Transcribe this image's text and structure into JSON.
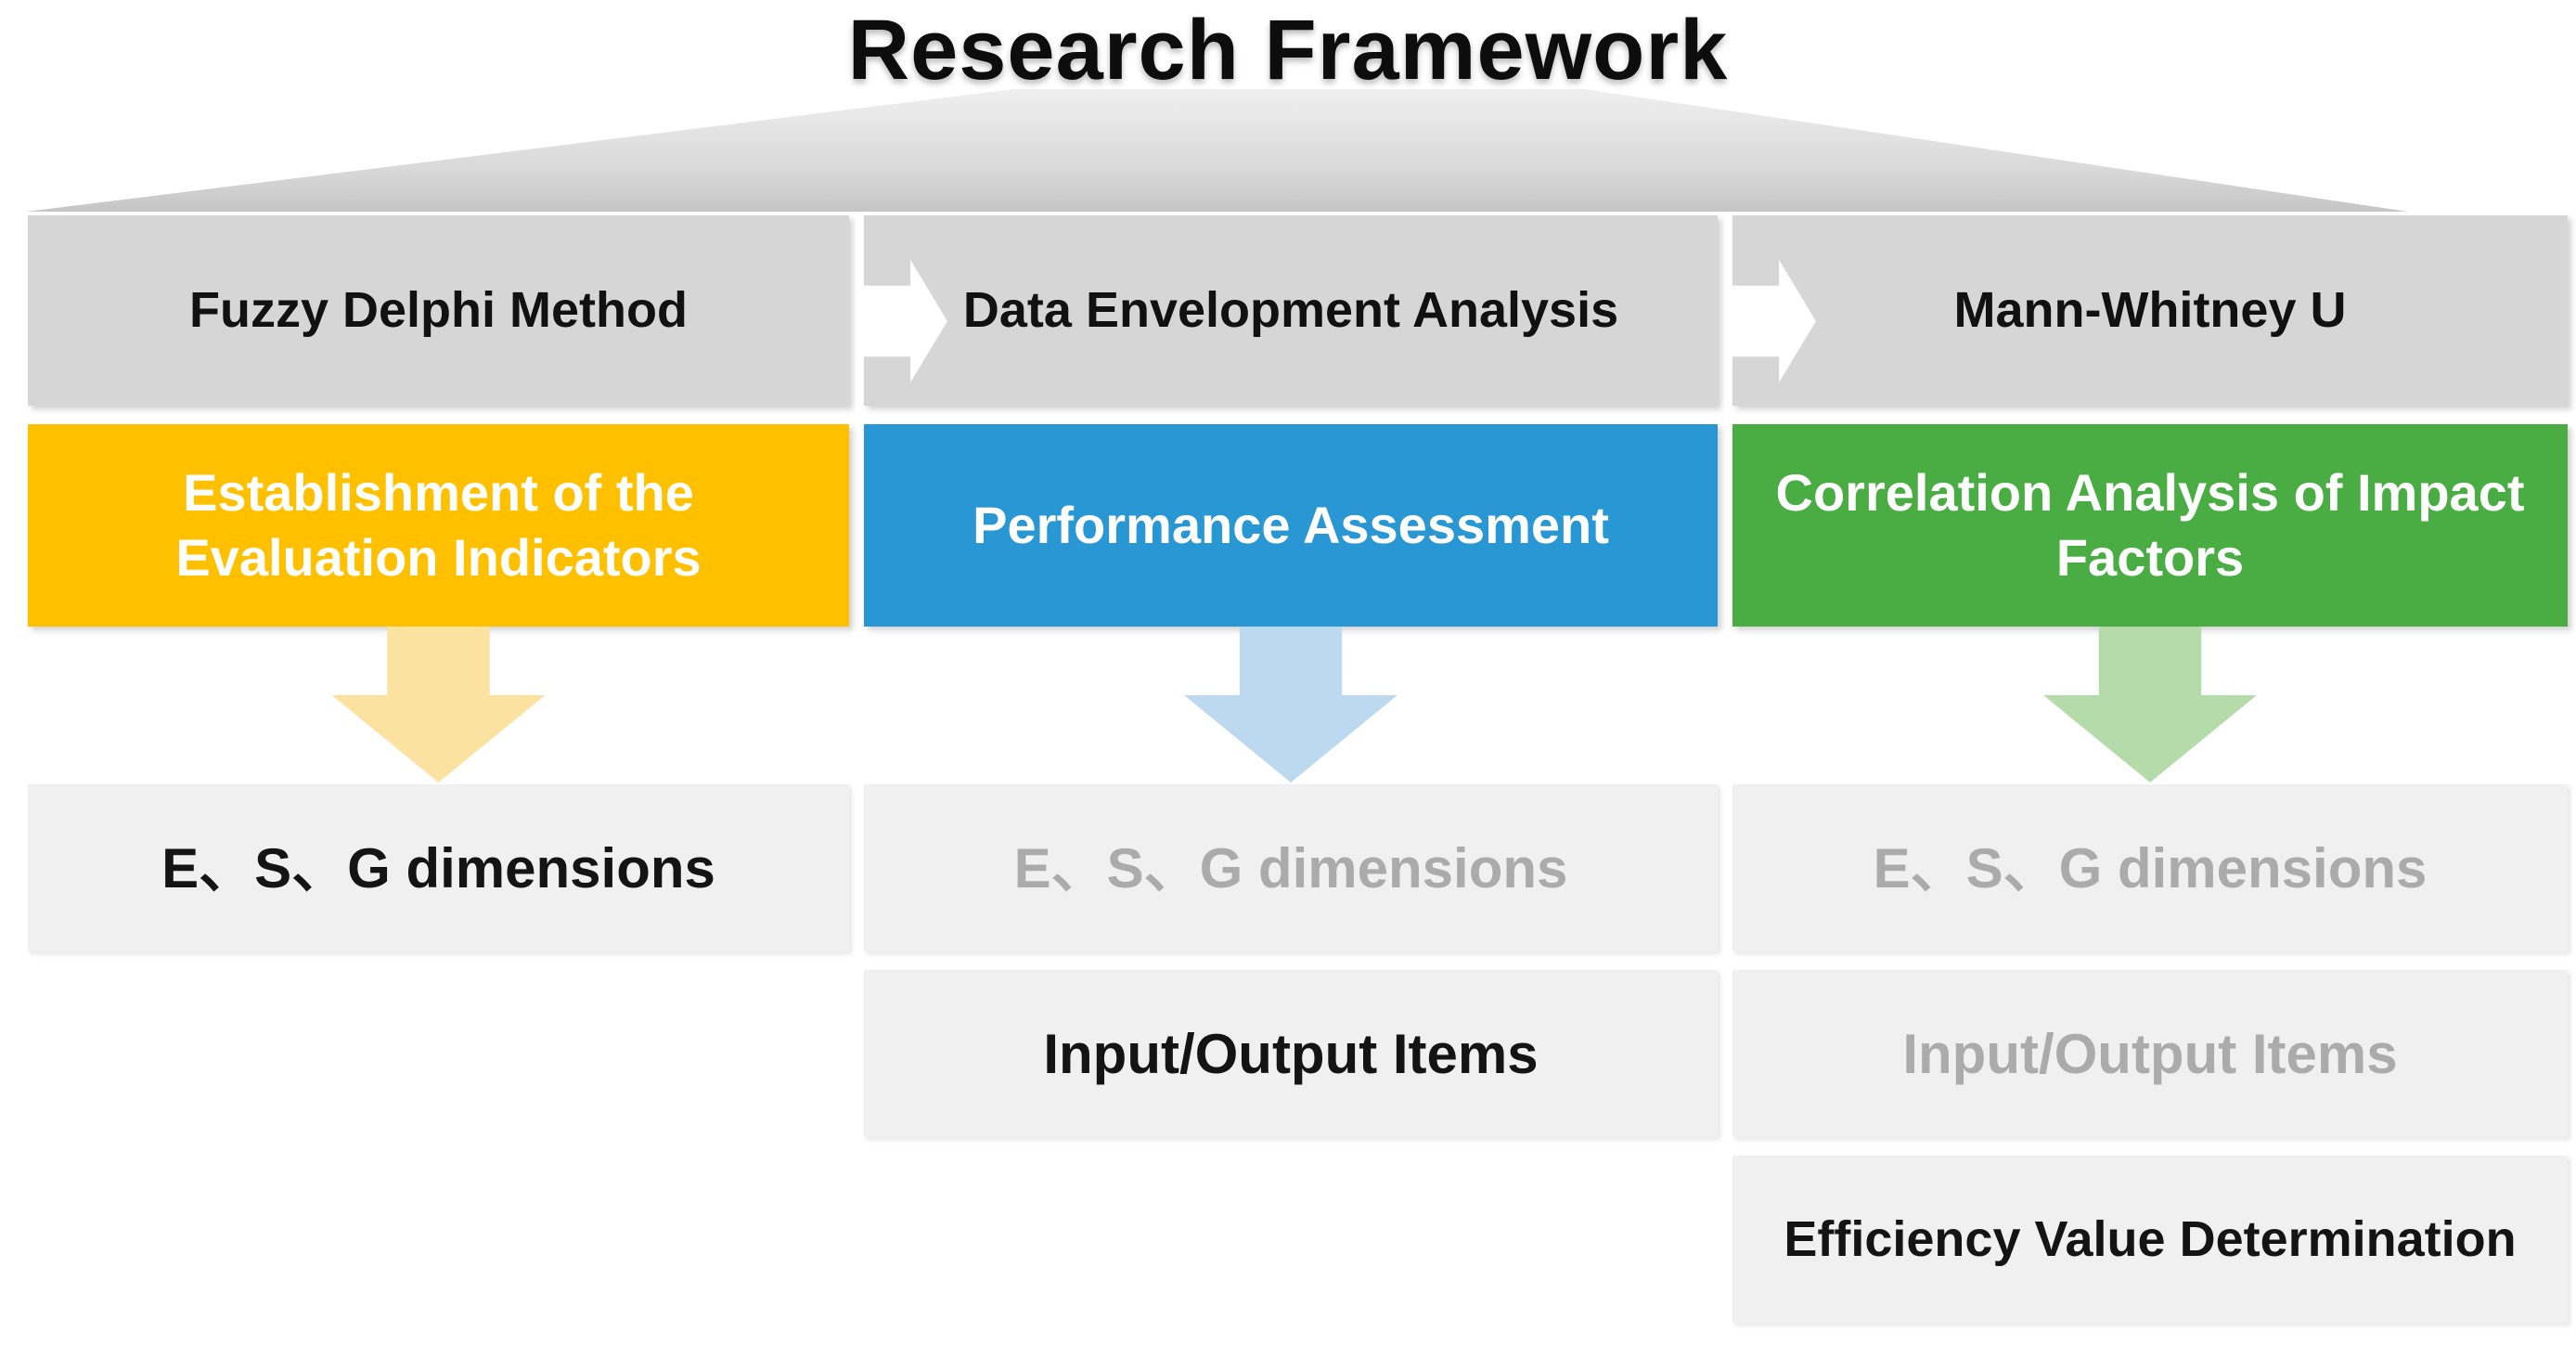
{
  "title": "Research Framework",
  "colors": {
    "header_gray": "#d6d6d6",
    "funnel_gray_bottom": "#c3c3c3",
    "yellow": "#FFC000",
    "blue": "#2897D4",
    "green": "#4AAD44",
    "pale_yellow_arrow": "#FBE2A1",
    "pale_blue_arrow": "#BCD9EF",
    "pale_green_arrow": "#B5DBAB",
    "result_box_gray": "#f0f0f0",
    "inactive_text_gray": "#ababab",
    "active_text": "#141414"
  },
  "icons": {
    "right_flow_arrow": "white right block arrow between method headers",
    "down_flow_arrow": "pale colored down block arrow from step box to results"
  },
  "columns": [
    {
      "method": "Fuzzy Delphi Method",
      "step": "Establishment of the Evaluation Indicators",
      "step_color": "#FFC000",
      "arrow_color": "#FBE2A1",
      "outputs": [
        {
          "label": "E、S、G dimensions",
          "state": "active"
        }
      ]
    },
    {
      "method": "Data Envelopment Analysis",
      "step": "Performance Assessment",
      "step_color": "#2897D4",
      "arrow_color": "#BCD9EF",
      "outputs": [
        {
          "label": "E、S、G dimensions",
          "state": "inactive"
        },
        {
          "label": "Input/Output Items",
          "state": "active"
        }
      ]
    },
    {
      "method": "Mann-Whitney U",
      "step": "Correlation Analysis of Impact Factors",
      "step_color": "#4AAD44",
      "arrow_color": "#B5DBAB",
      "outputs": [
        {
          "label": "E、S、G dimensions",
          "state": "inactive"
        },
        {
          "label": "Input/Output Items",
          "state": "inactive"
        },
        {
          "label": "Efficiency Value Determination",
          "state": "active"
        }
      ]
    }
  ]
}
